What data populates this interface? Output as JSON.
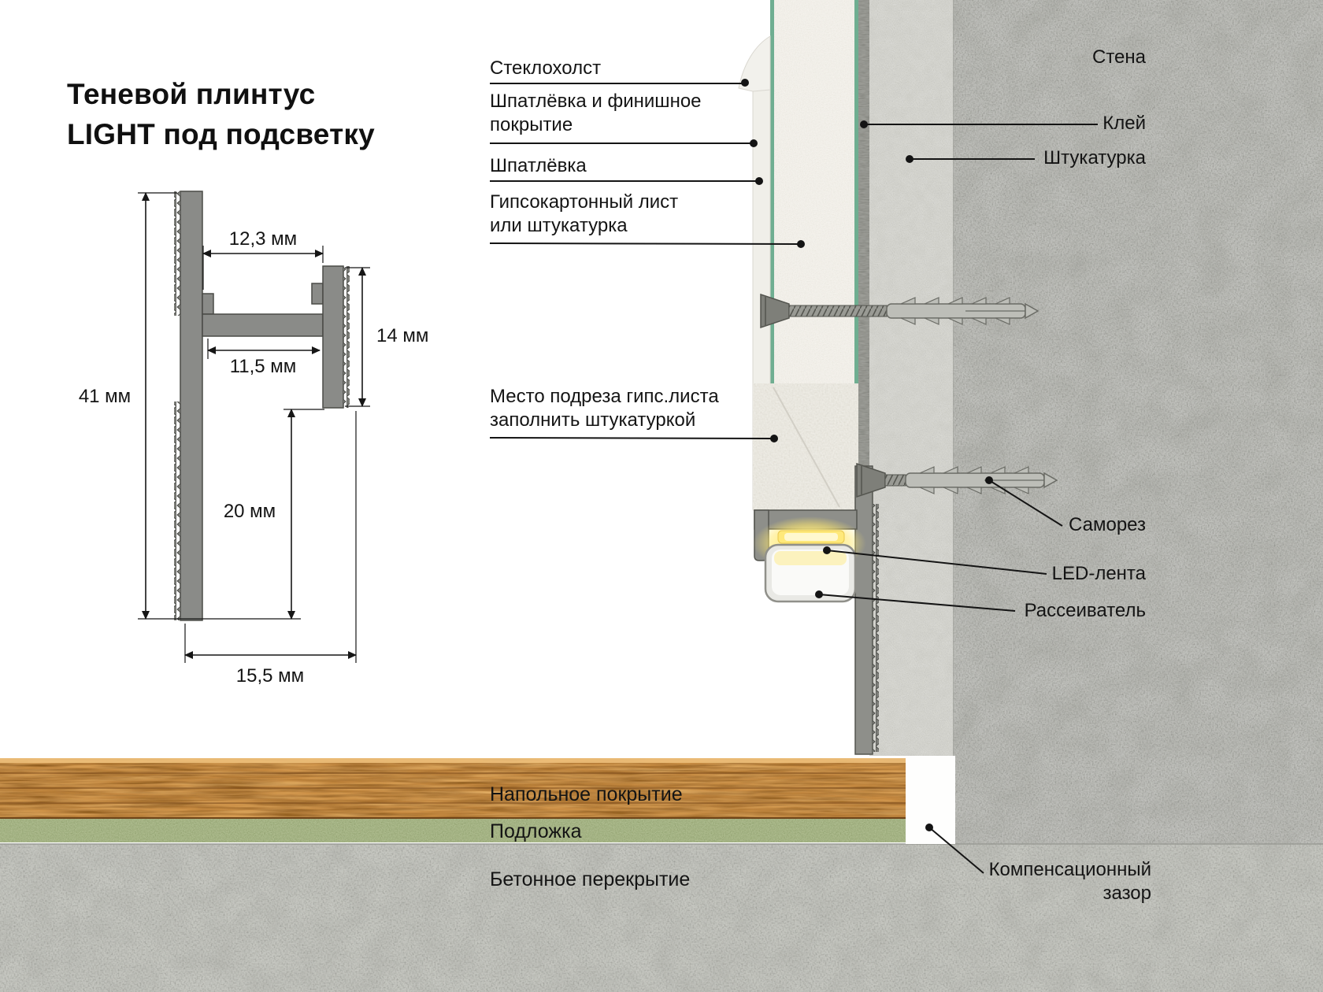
{
  "title": {
    "line1": "Теневой плинтус",
    "line2": "LIGHT под подсветку"
  },
  "profile": {
    "dim_top_width": "12,3 мм",
    "dim_inner_width": "11,5 мм",
    "dim_right_height": "14 мм",
    "dim_total_height": "41 мм",
    "dim_lower_height": "20 мм",
    "dim_bottom_width": "15,5 мм"
  },
  "labels": {
    "fiberglass": "Стеклохолст",
    "putty_finish": {
      "line1": "Шпатлёвка и финишное",
      "line2": "покрытие"
    },
    "putty": "Шпатлёвка",
    "drywall": {
      "line1": "Гипсокартонный лист",
      "line2": "или штукатурка"
    },
    "cut_note": {
      "line1": "Место подреза гипс.листа",
      "line2": "заполнить штукатуркой"
    },
    "wall": "Стена",
    "glue": "Клей",
    "plaster": "Штукатурка",
    "screw": "Саморез",
    "led_strip": "LED-лента",
    "diffuser": "Рассеиватель",
    "expansion_gap": {
      "line1": "Компенсационный",
      "line2": "зазор"
    },
    "flooring": "Напольное покрытие",
    "underlay": "Подложка",
    "slab": "Бетонное перекрытие"
  },
  "colors": {
    "drywall_edge_green": "#6fae91",
    "led_glow_yellow": "#ffe96e",
    "wood_floor": "#cb8e44",
    "underlay_green": "#aebc8f",
    "aluminum_profile": "#8e8f8a",
    "concrete_gray": "#bfc0bb"
  }
}
